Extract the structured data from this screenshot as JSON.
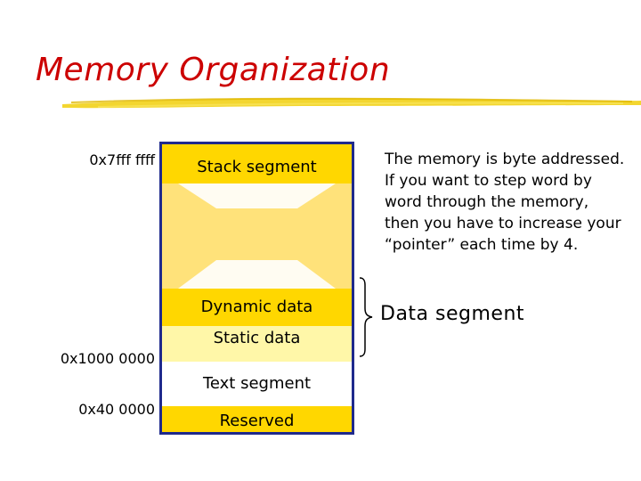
{
  "slide": {
    "title": "Memory Organization",
    "colors": {
      "title": "#cc0000",
      "underline": "#e8c600",
      "stack": "#ffd700",
      "gap": "#ffe27a",
      "dynamic": "#ffd700",
      "static": "#fff7a8",
      "text": "#ffffff",
      "reserved": "#ffd700",
      "border": "#1f2a8c"
    }
  },
  "addresses": {
    "top": "0x7fff ffff",
    "data_start": "0x1000 0000",
    "text_start": "0x40 0000"
  },
  "segments": {
    "stack": "Stack segment",
    "dynamic": "Dynamic data",
    "static": "Static data",
    "text": "Text segment",
    "reserved": "Reserved"
  },
  "note": "The memory is byte addressed. If you want to step word by word through the memory, then you have to increase your “pointer” each time by 4.",
  "data_segment_label": "Data segment"
}
